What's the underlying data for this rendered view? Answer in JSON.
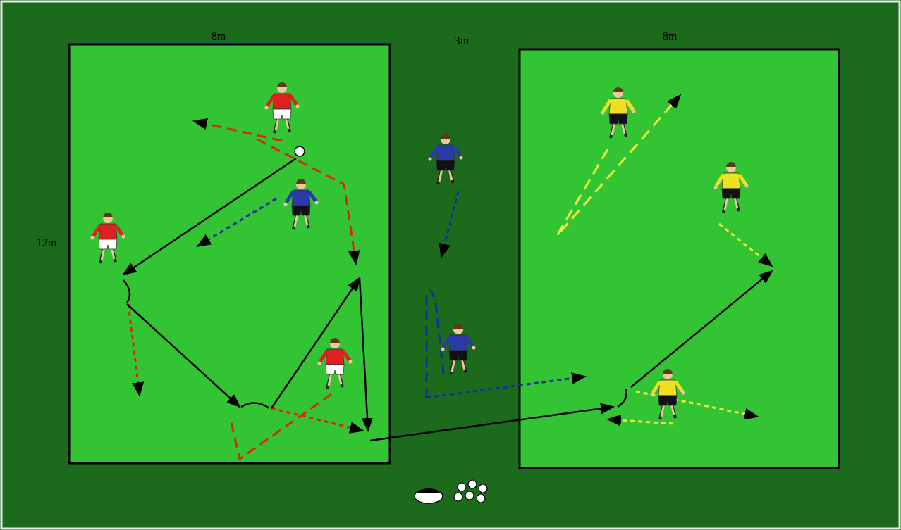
{
  "diagram": {
    "labels": [
      "8m",
      "3m",
      "8m",
      "12m"
    ]
  }
}
